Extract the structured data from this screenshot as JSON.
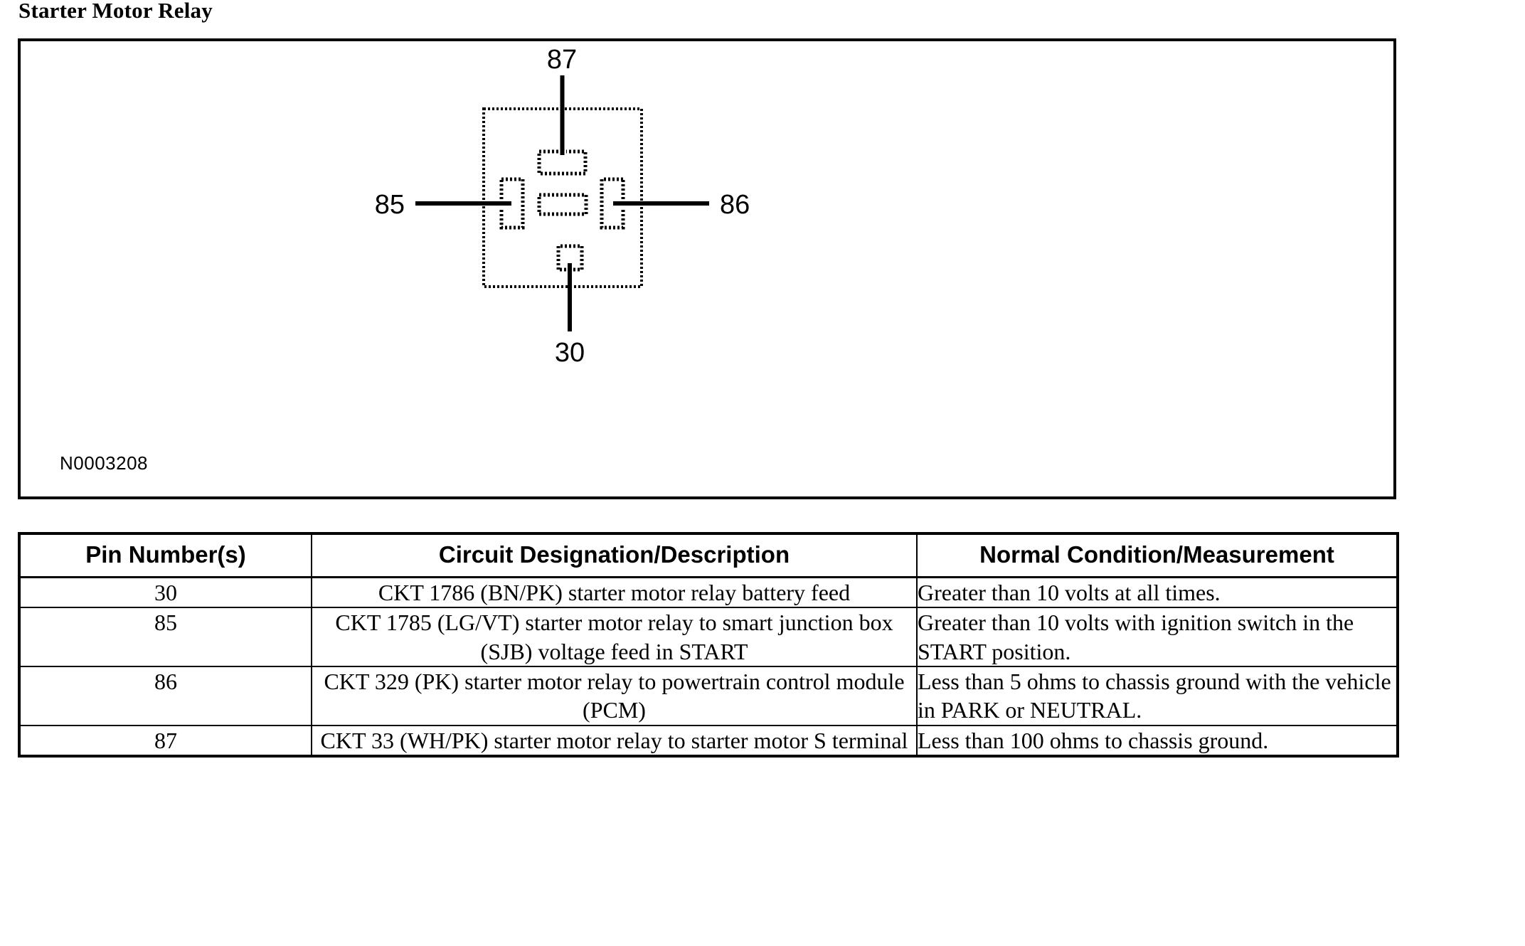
{
  "page": {
    "title": "Starter Motor Relay"
  },
  "diagram": {
    "figure_id": "N0003208",
    "pins": [
      {
        "id": "87",
        "label": "87",
        "position": "top"
      },
      {
        "id": "85",
        "label": "85",
        "position": "left"
      },
      {
        "id": "86",
        "label": "86",
        "position": "right"
      },
      {
        "id": "30",
        "label": "30",
        "position": "bottom"
      }
    ],
    "terminals": [
      {
        "id": "terminal-87",
        "shape": "horizontal-rect"
      },
      {
        "id": "terminal-85",
        "shape": "vertical-rect"
      },
      {
        "id": "terminal-coil",
        "shape": "horizontal-rect"
      },
      {
        "id": "terminal-86",
        "shape": "vertical-rect"
      },
      {
        "id": "terminal-30",
        "shape": "vertical-rect"
      }
    ],
    "colors": {
      "line": "#000000",
      "background": "#ffffff"
    }
  },
  "table": {
    "headers": [
      "Pin Number(s)",
      "Circuit Designation/Description",
      "Normal Condition/Measurement"
    ],
    "rows": [
      {
        "pin": "30",
        "description": "CKT 1786 (BN/PK) starter motor relay battery feed",
        "measurement": "Greater than 10 volts at all times."
      },
      {
        "pin": "85",
        "description": "CKT 1785 (LG/VT) starter motor relay to smart junction box (SJB) voltage feed in START",
        "measurement": "Greater than 10 volts with ignition switch in the START position."
      },
      {
        "pin": "86",
        "description": "CKT 329 (PK) starter motor relay to powertrain control module (PCM)",
        "measurement": "Less than 5 ohms to chassis ground with the vehicle in PARK or NEUTRAL."
      },
      {
        "pin": "87",
        "description": "CKT 33 (WH/PK) starter motor relay to starter motor S terminal",
        "measurement": "Less than 100 ohms to chassis ground."
      }
    ]
  }
}
